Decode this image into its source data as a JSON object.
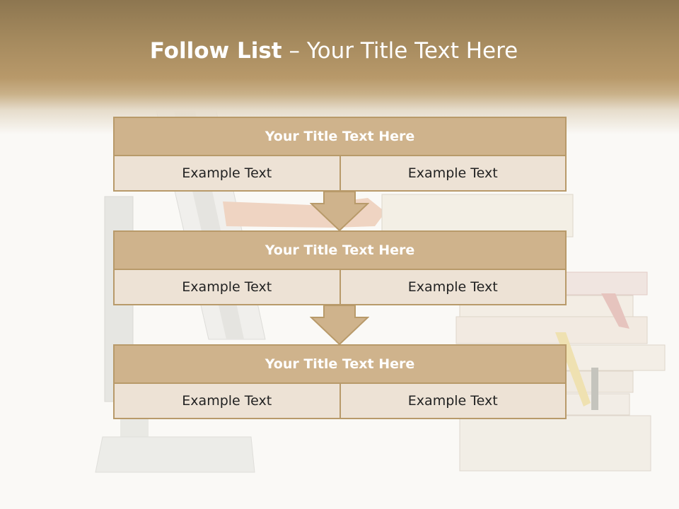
{
  "title": {
    "lead": "Follow List",
    "separator": "  – ",
    "rest": "Your Title Text Here"
  },
  "steps": [
    {
      "title": "Your Title Text Here",
      "left": "Example Text",
      "right": "Example Text"
    },
    {
      "title": "Your Title Text Here",
      "left": "Example Text",
      "right": "Example Text"
    },
    {
      "title": "Your Title Text Here",
      "left": "Example Text",
      "right": "Example Text"
    }
  ],
  "colors": {
    "header": "#a58a5e",
    "block_title": "#cfb38c",
    "block_cell": "#ede2d5",
    "border": "#b89a6a",
    "arrow": "#cfb38c"
  },
  "icons": [
    "down-arrow-icon",
    "down-arrow-icon"
  ]
}
